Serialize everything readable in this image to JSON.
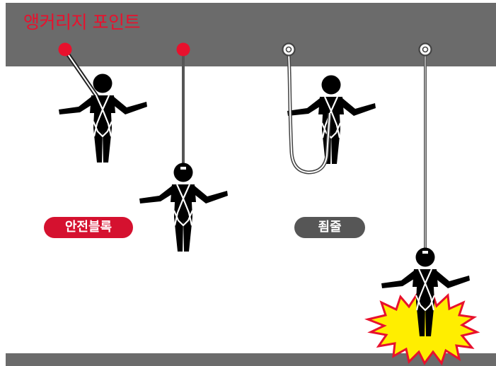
{
  "title": "앵커리지 포인트",
  "labels": {
    "safety_block": "안전블록",
    "lanyard": "죔줄"
  },
  "colors": {
    "ceiling": "#6b6b6b",
    "floor": "#6b6b6b",
    "anchor_red": "#e8112d",
    "label_red": "#d5112f",
    "label_gray": "#565656",
    "figure": "#000000",
    "rope": "#555555",
    "impact_burst": "#ffee00",
    "impact_outline": "#e8112d"
  },
  "icons": [
    "anchor-point-red",
    "anchor-ring",
    "worker-figure",
    "impact-burst"
  ]
}
